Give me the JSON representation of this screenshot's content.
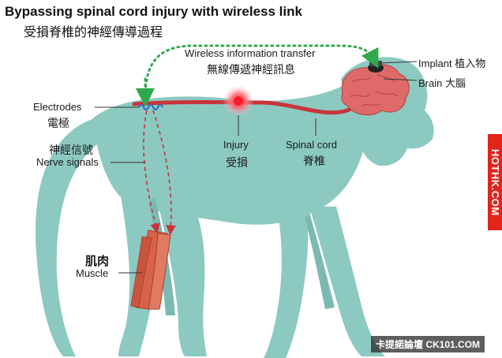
{
  "title": {
    "english": "Bypassing spinal cord injury with wireless link",
    "chinese": "受損脊椎的神經傳導過程"
  },
  "labels": {
    "wireless_en": "Wireless information transfer",
    "wireless_zh": "無線傳遞神經訊息",
    "implant": "Implant 植入物",
    "brain": "Brain 大腦",
    "electrodes_en": "Electrodes",
    "electrodes_zh": "電極",
    "nerve_zh": "神經信號",
    "nerve_en": "Nerve signals",
    "injury_en": "Injury",
    "injury_zh": "受損",
    "spinal_en": "Spinal cord",
    "spinal_zh": "脊椎",
    "muscle_zh": "肌肉",
    "muscle_en": "Muscle"
  },
  "watermarks": {
    "side": "HOTHK.COM",
    "corner": "卡提諾論壇 CK101.COM"
  },
  "colors": {
    "body": "#8cc9c1",
    "nerve": "#c8343a",
    "wireless": "#2faa4a",
    "brain": "#e06a6a",
    "muscle": "#d8624a"
  }
}
